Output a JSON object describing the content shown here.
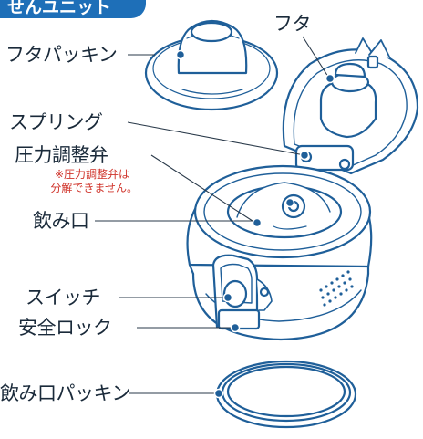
{
  "header": {
    "title": "せんユニット"
  },
  "labels": {
    "futa": "フタ",
    "futa_packing": "フタパッキン",
    "spring": "スプリング",
    "pressure_valve": "圧力調整弁",
    "pressure_note_1": "※圧力調整弁は",
    "pressure_note_2": "分解できません。",
    "mouth": "飲み口",
    "switch": "スイッチ",
    "safety_lock": "安全ロック",
    "mouth_packing": "飲み口パッキン"
  },
  "colors": {
    "accent": "#1e6fb8",
    "line": "#1f5f99",
    "note": "#d0352c",
    "text": "#1a2a3a"
  }
}
